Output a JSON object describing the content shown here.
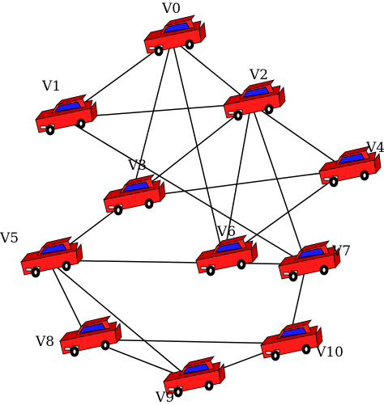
{
  "colors": {
    "edge": "#000000",
    "car_body": "#ff1a1a",
    "car_body_dark": "#c80000",
    "car_window": "#1a1aff",
    "car_wheel": "#000000",
    "car_hub": "#ffffff",
    "background": "#ffffff"
  },
  "nodes": [
    {
      "id": "V0",
      "label": "V0",
      "icon": "car-icon"
    },
    {
      "id": "V1",
      "label": "V1",
      "icon": "car-icon"
    },
    {
      "id": "V2",
      "label": "V2",
      "icon": "car-icon"
    },
    {
      "id": "V3",
      "label": "V3",
      "icon": "car-icon"
    },
    {
      "id": "V4",
      "label": "V4",
      "icon": "car-icon"
    },
    {
      "id": "V5",
      "label": "V5",
      "icon": "car-icon"
    },
    {
      "id": "V6",
      "label": "V6",
      "icon": "car-icon"
    },
    {
      "id": "V7",
      "label": "V7",
      "icon": "car-icon"
    },
    {
      "id": "V8",
      "label": "V8",
      "icon": "car-icon"
    },
    {
      "id": "V9",
      "label": "V9",
      "icon": "car-icon"
    },
    {
      "id": "V10",
      "label": "V10",
      "icon": "car-icon"
    }
  ],
  "edges": [
    [
      "V0",
      "V1"
    ],
    [
      "V0",
      "V2"
    ],
    [
      "V0",
      "V3"
    ],
    [
      "V0",
      "V6"
    ],
    [
      "V1",
      "V2"
    ],
    [
      "V1",
      "V7"
    ],
    [
      "V2",
      "V3"
    ],
    [
      "V2",
      "V4"
    ],
    [
      "V2",
      "V6"
    ],
    [
      "V2",
      "V7"
    ],
    [
      "V3",
      "V4"
    ],
    [
      "V3",
      "V5"
    ],
    [
      "V4",
      "V6"
    ],
    [
      "V5",
      "V7"
    ],
    [
      "V5",
      "V8"
    ],
    [
      "V5",
      "V9"
    ],
    [
      "V7",
      "V10"
    ],
    [
      "V8",
      "V9"
    ],
    [
      "V8",
      "V10"
    ],
    [
      "V9",
      "V10"
    ]
  ]
}
